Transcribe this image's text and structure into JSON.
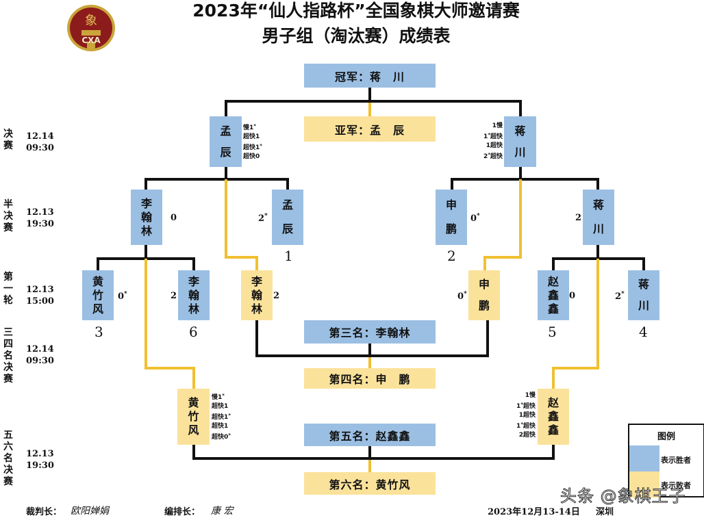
{
  "header": {
    "title_line1": "2023年“仙人指路杯”全国象棋大师邀请赛",
    "title_line2": "男子组（淘汰赛）成绩表",
    "logo_text": "CXA",
    "logo_char": "象"
  },
  "colors": {
    "winner": "#9bbfe3",
    "loser": "#fbe29b",
    "winner_line": "#111111",
    "loser_line": "#f0c030"
  },
  "stages": [
    {
      "label": [
        "决",
        "赛"
      ],
      "date": "12.14",
      "time": "09:30"
    },
    {
      "label": [
        "半",
        "决",
        "赛"
      ],
      "date": "12.13",
      "time": "19:30"
    },
    {
      "label": [
        "第",
        "一",
        "轮"
      ],
      "date": "12.13",
      "time": "15:00"
    },
    {
      "label": [
        "三",
        "四",
        "名",
        "决",
        "赛"
      ],
      "date": "12.14",
      "time": "09:30"
    },
    {
      "label": [
        "五",
        "六",
        "名",
        "决",
        "赛"
      ],
      "date": "12.13",
      "time": "19:30"
    }
  ],
  "placements": {
    "champion": "冠军：蒋　川",
    "runner_up": "亚军：孟　辰",
    "third": "第三名：李翰林",
    "fourth": "第四名：申　鹏",
    "fifth": "第五名：赵鑫鑫",
    "sixth": "第六名：黄竹风"
  },
  "final": {
    "left": {
      "name": [
        "孟",
        "辰"
      ],
      "status": "winner",
      "games": [
        {
          "t": "慢1",
          "star": true
        },
        {
          "t": "超快1",
          "star": false
        },
        {
          "t": "超快1",
          "star": true
        },
        {
          "t": "超快0",
          "star": false
        }
      ]
    },
    "right": {
      "name": [
        "蒋",
        "川"
      ],
      "status": "winner",
      "games": [
        {
          "t": "1慢",
          "star": false
        },
        {
          "t": "1超快",
          "star": true
        },
        {
          "t": "1超快",
          "star": false
        },
        {
          "t": "2超快",
          "star": true
        }
      ]
    }
  },
  "semifinal": [
    {
      "name": [
        "李",
        "翰",
        "林"
      ],
      "score": "0",
      "star": false,
      "seed": ""
    },
    {
      "name": [
        "孟",
        "辰"
      ],
      "score": "2",
      "star": true,
      "seed": "1"
    },
    {
      "name": [
        "申",
        "鹏"
      ],
      "score": "0",
      "star": true,
      "seed": "2"
    },
    {
      "name": [
        "蒋",
        "川"
      ],
      "score": "2",
      "star": false,
      "seed": ""
    }
  ],
  "round1": [
    {
      "name": [
        "黄",
        "竹",
        "风"
      ],
      "score": "0",
      "star": true,
      "seed": "3",
      "status": "winner"
    },
    {
      "name": [
        "李",
        "翰",
        "林"
      ],
      "score": "2",
      "star": false,
      "seed": "6",
      "status": "winner"
    },
    {
      "name": [
        "李",
        "翰",
        "林"
      ],
      "score": "2",
      "star": false,
      "seed": "",
      "status": "loser"
    },
    {
      "name": [
        "申",
        "鹏"
      ],
      "score": "0",
      "star": true,
      "seed": "",
      "status": "loser"
    },
    {
      "name": [
        "赵",
        "鑫",
        "鑫"
      ],
      "score": "0",
      "star": false,
      "seed": "5",
      "status": "winner"
    },
    {
      "name": [
        "蒋",
        "川"
      ],
      "score": "2",
      "star": true,
      "seed": "4",
      "status": "winner"
    }
  ],
  "fifth_sixth": {
    "left": {
      "name": [
        "黄",
        "竹",
        "风"
      ],
      "status": "loser",
      "games": [
        {
          "t": "慢1",
          "star": true
        },
        {
          "t": "超快1",
          "star": false
        },
        {
          "t": "超快1",
          "star": true
        },
        {
          "t": "超快1",
          "star": false
        },
        {
          "t": "超快0",
          "star": true
        }
      ]
    },
    "right": {
      "name": [
        "赵",
        "鑫",
        "鑫"
      ],
      "status": "loser",
      "games": [
        {
          "t": "1慢",
          "star": false
        },
        {
          "t": "1超快",
          "star": true
        },
        {
          "t": "1超快",
          "star": false
        },
        {
          "t": "1超快",
          "star": true
        },
        {
          "t": "2超快",
          "star": false
        }
      ]
    }
  },
  "legend": {
    "title": "图例",
    "winner_label": "表示胜者",
    "loser_label": "表示败者"
  },
  "footer": {
    "chief_referee_label": "裁判长：",
    "chief_referee": "欧阳婵娟",
    "arbiter_label": "编排长：",
    "arbiter": "康 宏",
    "date_place": "2023年12月13-14日",
    "place": "深圳"
  },
  "watermark": "头条 @象棋王子"
}
